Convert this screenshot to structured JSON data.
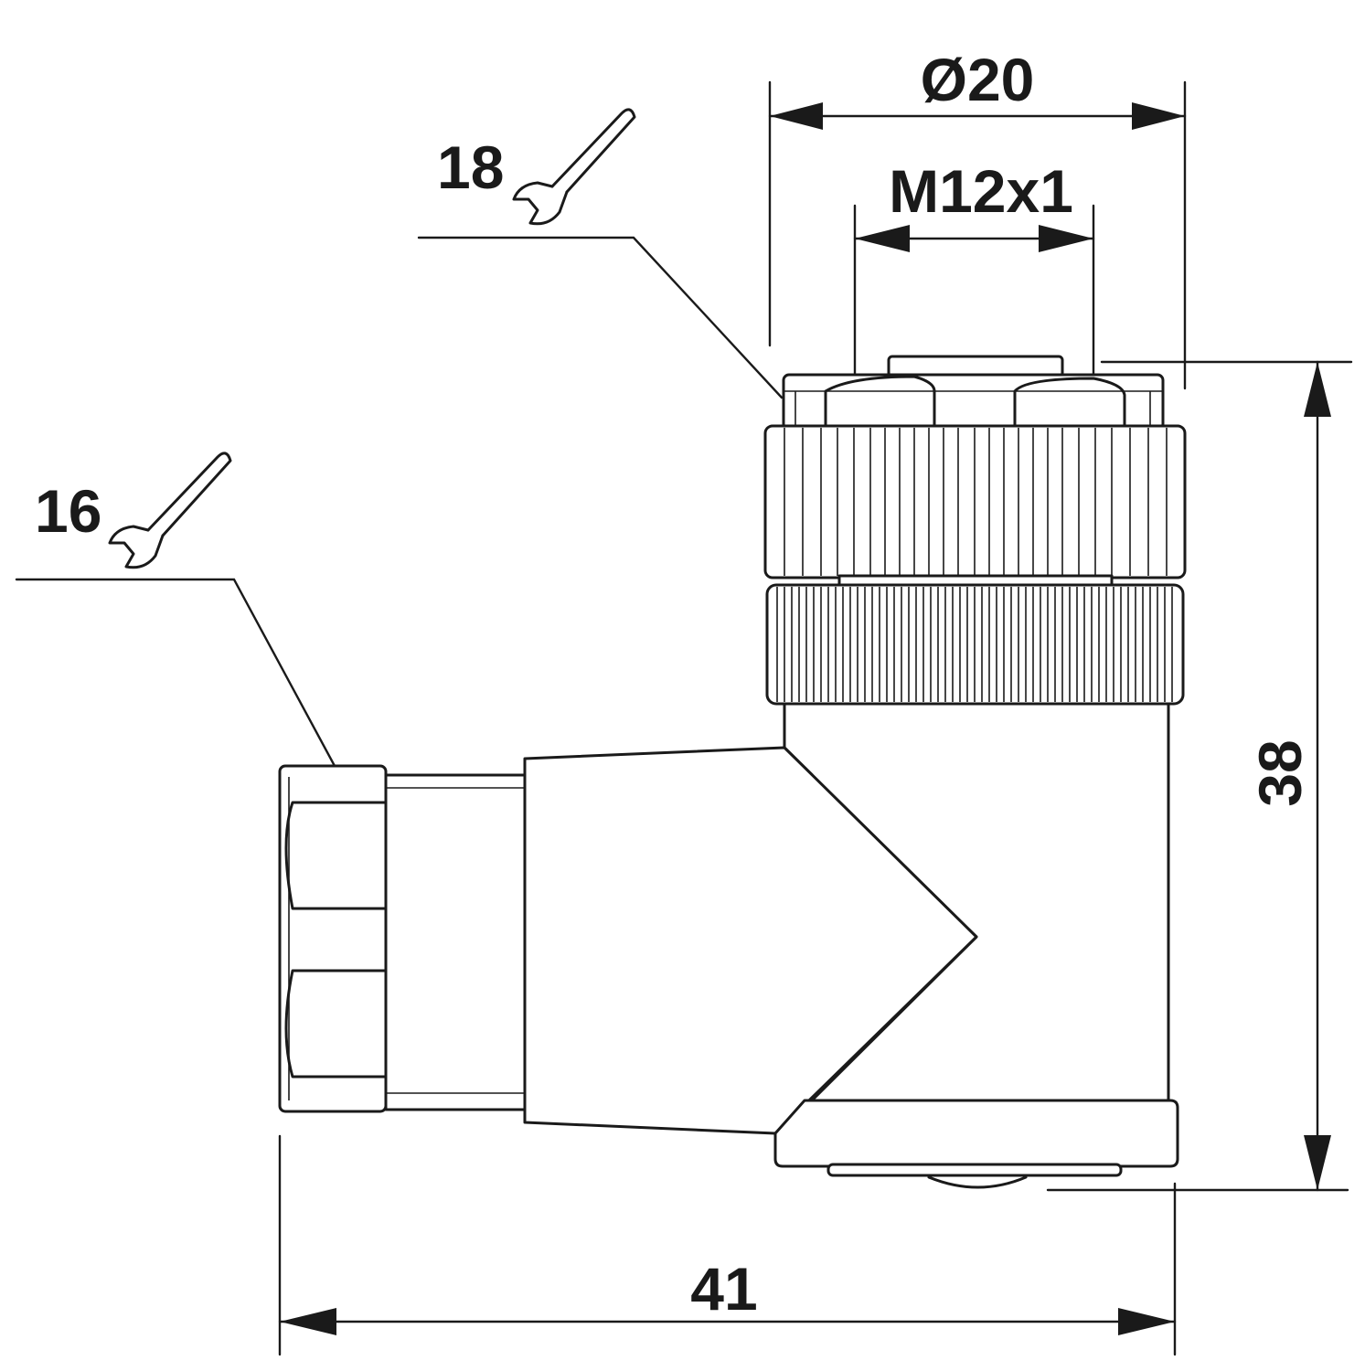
{
  "drawing": {
    "dimensions": {
      "outer_diameter": "Ø20",
      "thread": "M12x1",
      "height": "38",
      "length": "41"
    },
    "wrench_sizes": {
      "top_nut": "18",
      "side_nut": "16"
    },
    "icons": [
      "wrench-icon",
      "wrench-icon"
    ]
  }
}
